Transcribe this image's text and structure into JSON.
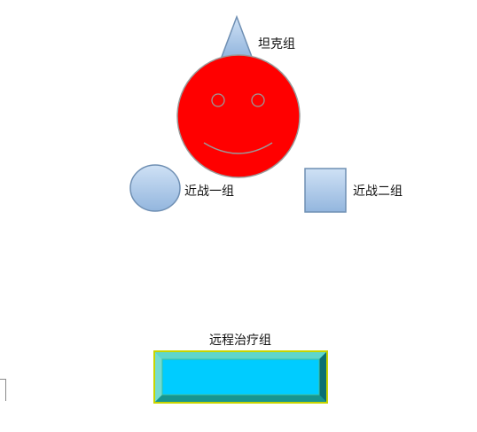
{
  "diagram": {
    "groups": [
      {
        "id": "tank",
        "label": "坦克组",
        "shape": "triangle"
      },
      {
        "id": "melee1",
        "label": "近战一组",
        "shape": "circle"
      },
      {
        "id": "melee2",
        "label": "近战二组",
        "shape": "square"
      },
      {
        "id": "ranged_healer",
        "label": "远程治疗组",
        "shape": "bevel-rectangle"
      }
    ],
    "center_shape": "smiley-face"
  },
  "colors": {
    "face_fill": "#ff0000",
    "face_stroke": "#9a9a9a",
    "blue_shape_light": "#c7dbf1",
    "blue_shape_dark": "#93b6de",
    "blue_shape_stroke": "#6f8fb3",
    "bevel_outer": "#33c2b8",
    "bevel_inner": "#00ccff",
    "bevel_frame": "#c8d400"
  }
}
